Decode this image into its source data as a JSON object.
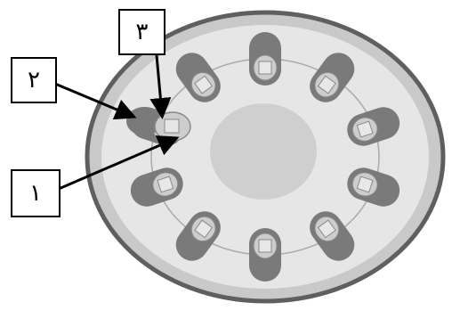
{
  "labels": {
    "one": "١",
    "two": "٢",
    "three": "٣"
  },
  "colors": {
    "outer_ring": "#c9c9c9",
    "outer_border": "#5f5f5f",
    "inner_disc": "#e6e6e6",
    "center": "#cfcfcf",
    "bundle_dark": "#7a7a7a",
    "bundle_light": "#cdcdcd",
    "arrow": "#000000"
  },
  "vascular_bundle_count": 10
}
